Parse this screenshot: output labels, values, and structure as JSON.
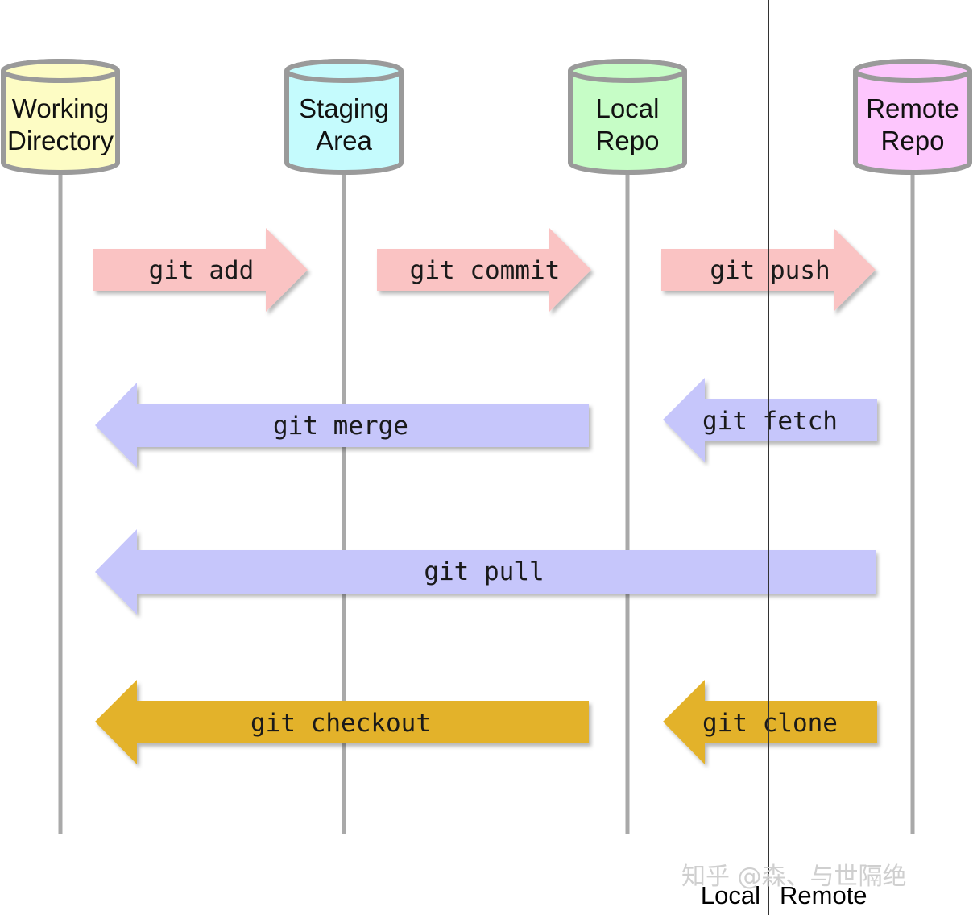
{
  "stores": [
    {
      "id": "working",
      "lines": [
        "Working",
        "Directory"
      ],
      "color": "#fdfcc4"
    },
    {
      "id": "staging",
      "lines": [
        "Staging",
        "Area"
      ],
      "color": "#c5fbfd"
    },
    {
      "id": "local",
      "lines": [
        "Local",
        "Repo"
      ],
      "color": "#c6fdc6"
    },
    {
      "id": "remote",
      "lines": [
        "Remote",
        "Repo"
      ],
      "color": "#fdc6fd"
    }
  ],
  "commands": [
    {
      "label": "git add",
      "from": "working",
      "to": "staging",
      "color": "#fac3c3"
    },
    {
      "label": "git commit",
      "from": "staging",
      "to": "local",
      "color": "#fac3c3"
    },
    {
      "label": "git push",
      "from": "local",
      "to": "remote",
      "color": "#fac3c3"
    },
    {
      "label": "git merge",
      "from": "local",
      "to": "working",
      "color": "#c6c6fb"
    },
    {
      "label": "git fetch",
      "from": "remote",
      "to": "local",
      "color": "#c6c6fb"
    },
    {
      "label": "git pull",
      "from": "remote",
      "to": "working",
      "color": "#c6c6fb"
    },
    {
      "label": "git checkout",
      "from": "local",
      "to": "working",
      "color": "#e3b22a"
    },
    {
      "label": "git clone",
      "from": "remote",
      "to": "local",
      "color": "#e3b22a"
    }
  ],
  "regions": {
    "local": "Local",
    "remote": "Remote"
  },
  "watermark": "知乎 @森、与世隔绝",
  "colors": {
    "lifeline": "#a9a9a9",
    "divider": "#333333",
    "outline": "#9a9a9a"
  }
}
